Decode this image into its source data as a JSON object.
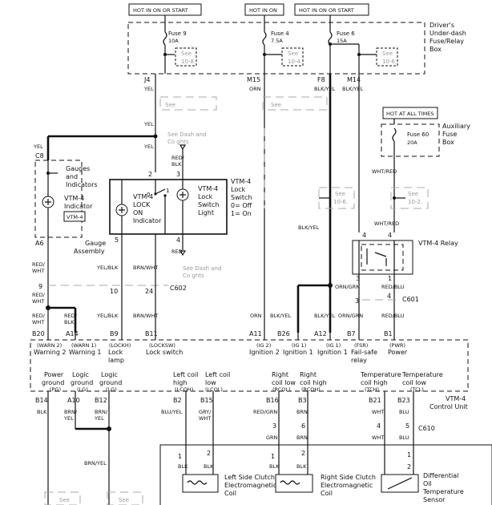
{
  "power_tags": {
    "hot_on_or_start_1": "HOT IN ON OR START",
    "hot_on": "HOT IN ON",
    "hot_on_or_start_2": "HOT IN ON OR START",
    "hot_all_times": "HOT AT ALL TIMES"
  },
  "fuse_box": {
    "title": "Driver's Under-dash Fuse/Relay Box",
    "fuse9": "Fuse 9",
    "fuse9_amp": "10A",
    "fuse4": "Fuse 4",
    "fuse4_amp": "7.5A",
    "fuse6": "Fuse 6",
    "fuse6_amp": "15A",
    "see_1": "See",
    "see_1b": "10-8.",
    "see_2": "See",
    "see_2b": "10-4.",
    "see_3": "See",
    "see_3b": "10-6."
  },
  "aux_box": {
    "title": "Auxiliary Fuse Box",
    "fuse": "Fuse 60",
    "amp": "20A"
  },
  "connectors": {
    "j4": "J4",
    "m15": "M15",
    "f8": "F8",
    "m14": "M14",
    "c8": "C8",
    "a6": "A6",
    "c602": "C602",
    "c601": "C601",
    "c610": "C610"
  },
  "wires": {
    "yel": "YEL",
    "orn": "ORN",
    "blk_yel": "BLK/YEL",
    "red_blk": "RED/ BLK",
    "red_wht": "RED/ WHT",
    "yel_blk": "YEL/BLK",
    "brn_wht": "BRN/WHT",
    "red": "RED",
    "wht_red": "WHT/RED",
    "orn_grn": "ORN/GRN",
    "red_blu": "RED/BLU",
    "blk": "BLK",
    "brn_yel": "BRN/ YEL",
    "blu_yel": "BLU/YEL",
    "gry_wht": "GRY/ WHT",
    "red_grn": "RED/GRN",
    "brn": "BRN",
    "grn": "GRN",
    "wht": "WHT"
  },
  "see_refs": {
    "see_a": "See",
    "see_dash_1": "See Dash and",
    "see_dash_1b": "Co    ghts",
    "see_dash_2": "See Dash and",
    "see_dash_2b": "Co    ghts",
    "see_106": "See",
    "see_106b": "10-6.",
    "see_102": "See",
    "see_102b": "10-2.",
    "see_bl": "See",
    "see_br": "See"
  },
  "gauge": {
    "title": "Gauges and Indicators",
    "indicator": "VTM-4 Indicator",
    "indicator_tag": "VTM-4",
    "assembly": "Gauge Assembly"
  },
  "lock_switch": {
    "title": "VTM-4 Lock Switch",
    "legend": "0= Off 1= On",
    "lock_on": "VTM-4 LOCK ON Indicator",
    "switch_light": "VTM-4 Lock Switch Light",
    "p0": "0",
    "p1": "1"
  },
  "relay": {
    "title": "VTM-4 Relay"
  },
  "pins_top": [
    "2",
    "3",
    "1",
    "4",
    "5",
    "4",
    "9",
    "10",
    "24",
    "3",
    "4",
    "4",
    "3",
    "1",
    "2"
  ],
  "ecu": {
    "title": "VTM-4 Control Unit",
    "top_pins": [
      {
        "pin": "B20",
        "sig": "(WARN 2)",
        "label": "Warning 2"
      },
      {
        "pin": "A14",
        "sig": "(WARN 1)",
        "label": "Warning 1"
      },
      {
        "pin": "B9",
        "sig": "(LOCKH)",
        "label": "Lock lamp"
      },
      {
        "pin": "B11",
        "sig": "(LOCKSW)",
        "label": "Lock switch"
      },
      {
        "pin": "A11",
        "sig": "(IG 2)",
        "label": "Ignition 2"
      },
      {
        "pin": "B26",
        "sig": "(IG 1)",
        "label": "Ignition 1"
      },
      {
        "pin": "A12",
        "sig": "(IG 1)",
        "label": "Ignition 1"
      },
      {
        "pin": "B7",
        "sig": "(FSR)",
        "label": "Fail-safe relay"
      },
      {
        "pin": "B1",
        "sig": "(PWR)",
        "label": "Power"
      }
    ],
    "bottom_pins": [
      {
        "pin": "B14",
        "label": "Power ground",
        "sig": "(PG)"
      },
      {
        "pin": "A10",
        "label": "Logic ground",
        "sig": "(LG)"
      },
      {
        "pin": "B12",
        "label": "Logic ground",
        "sig": "(LG)"
      },
      {
        "pin": "B2",
        "label": "Left coil high",
        "sig": "(LCOH)"
      },
      {
        "pin": "B15",
        "label": "Left coil low",
        "sig": "(LCOL)"
      },
      {
        "pin": "B16",
        "label": "Right coil low",
        "sig": "(RCOL)"
      },
      {
        "pin": "B3",
        "label": "Right coil high",
        "sig": "(RCOH)"
      },
      {
        "pin": "B21",
        "label": "Temperature coil high",
        "sig": "(TCH)"
      },
      {
        "pin": "B23",
        "label": "Temperature coil low",
        "sig": "(TCL)"
      }
    ]
  },
  "bottom_components": {
    "left_clutch": "Left Side Clutch Electromagnetic Coil",
    "right_clutch": "Right Side Clutch Electromagnetic Coil",
    "diff_sensor": "Differential Oil Temperature Sensor"
  }
}
